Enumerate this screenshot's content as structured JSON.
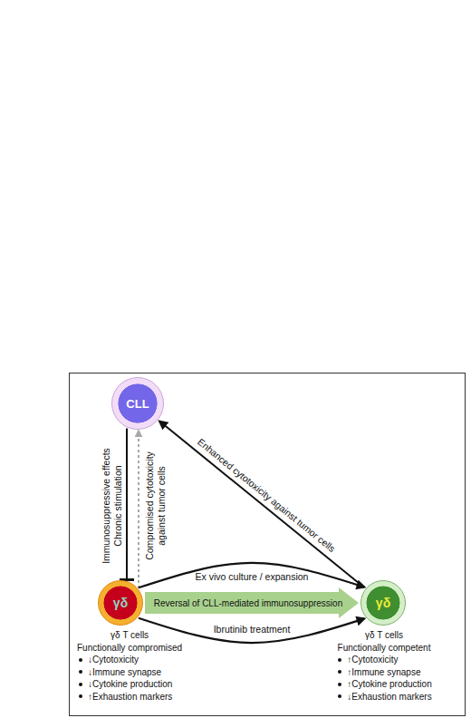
{
  "diagram": {
    "nodes": [
      {
        "text": [
          "CLL"
        ]
      },
      {
        "text": [
          "γδ",
          "γδ T cells",
          "Functionally compromised",
          "↓Cytotoxicity",
          "↓Immune synapse",
          "↓Cytokine production",
          "↑Exhaustion markers"
        ]
      },
      {
        "text": [
          "γδ",
          "γδ T cells",
          "Functionally competent",
          "↑Cytotoxicity",
          "↑Immune synapse",
          "↑Cytokine production",
          "↓Exhaustion markers"
        ]
      }
    ],
    "edges": [
      {
        "from": 0,
        "to": 1,
        "arrow": "to",
        "label": "Immunosuppressive effects Chronic stimulation"
      },
      {
        "from": 1,
        "to": 0,
        "arrow": "to",
        "label": "Compromised cytotoxicity against tumor cells"
      },
      {
        "from": 2,
        "to": 0,
        "arrow": "to",
        "label": "Enhanced cytotoxicity against tumor cells"
      },
      {
        "from": 1,
        "to": 2,
        "arrow": "to",
        "label": "Ex vivo culture / expansion"
      },
      {
        "from": 1,
        "to": 2,
        "arrow": "to",
        "label": "Reversal of CLL-mediated immunosuppression"
      },
      {
        "from": 1,
        "to": 2,
        "arrow": "to",
        "label": "Ibrutinib treatment"
      }
    ]
  }
}
